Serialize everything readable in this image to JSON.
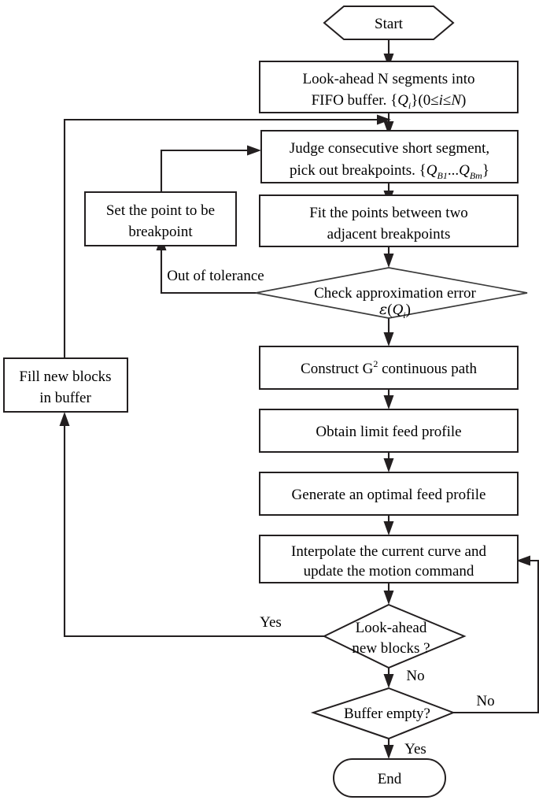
{
  "diagram": {
    "title": "Look-ahead interpolation flowchart",
    "type": "flowchart",
    "background_color": "#ffffff",
    "line_color": "#231f20",
    "text_color": "#000000"
  },
  "nodes": {
    "start": {
      "label": "Start",
      "shape": "hexagon"
    },
    "lookahead": {
      "line1": "Look-ahead N segments into",
      "line2_a": "FIFO buffer. {",
      "line2_q": "Q",
      "line2_sub": "i",
      "line2_b": "}(0≤",
      "line2_i": "i",
      "line2_c": "≤",
      "line2_n": "N",
      "line2_d": ")",
      "shape": "rect"
    },
    "judge": {
      "line1": "Judge consecutive short segment,",
      "line2_a": "pick out breakpoints. {",
      "line2_q1": "Q",
      "line2_sub1": "B",
      "line2_num1": "1",
      "line2_dots": "...",
      "line2_q2": "Q",
      "line2_sub2": "Bm",
      "line2_b": "}",
      "shape": "rect"
    },
    "fit": {
      "line1": "Fit the points between two",
      "line2": "adjacent breakpoints",
      "shape": "rect"
    },
    "check": {
      "line1": "Check approximation error",
      "line2_eps": "ε",
      "line2_open": "(",
      "line2_q": "Q",
      "line2_sub": "i",
      "line2_close": ")",
      "shape": "diamond"
    },
    "setpoint": {
      "line1": "Set the point to be",
      "line2": "breakpoint",
      "shape": "rect"
    },
    "construct": {
      "line1_a": "Construct G",
      "line1_sup": "2",
      "line1_b": " continuous path",
      "shape": "rect"
    },
    "limit": {
      "line1": "Obtain limit feed profile",
      "shape": "rect"
    },
    "optimal": {
      "line1": "Generate an optimal feed profile",
      "shape": "rect"
    },
    "interpolate": {
      "line1": "Interpolate the current curve and",
      "line2": "update the motion command",
      "shape": "rect"
    },
    "newblocks": {
      "line1": "Look-ahead",
      "line2": "new blocks ?",
      "shape": "diamond"
    },
    "bufferempty": {
      "line1": "Buffer empty?",
      "shape": "diamond"
    },
    "fillblocks": {
      "line1": "Fill new blocks",
      "line2": "in buffer",
      "shape": "rect"
    },
    "end": {
      "label": "End",
      "shape": "stadium"
    }
  },
  "edge_labels": {
    "out_of_tolerance": "Out of tolerance",
    "newblocks_yes": "Yes",
    "newblocks_no": "No",
    "bufferempty_no": "No",
    "bufferempty_yes": "Yes"
  }
}
